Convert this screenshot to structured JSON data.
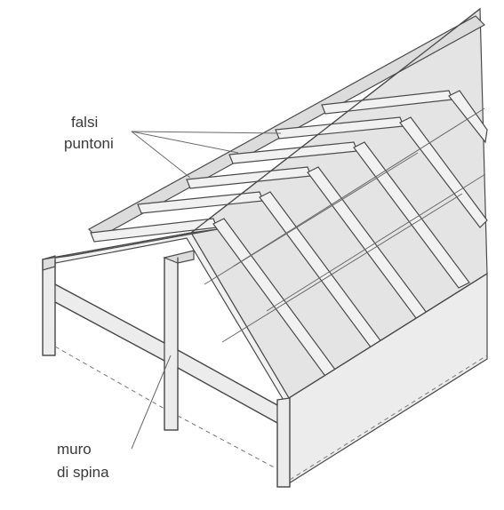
{
  "labels": {
    "falsi_line1": "falsi",
    "falsi_line2": "puntoni",
    "muro_line1": "muro",
    "muro_line2": "di spina"
  },
  "colors": {
    "line": "#4a4a4a",
    "roof": "#e4e4e4",
    "background": "#ffffff"
  }
}
